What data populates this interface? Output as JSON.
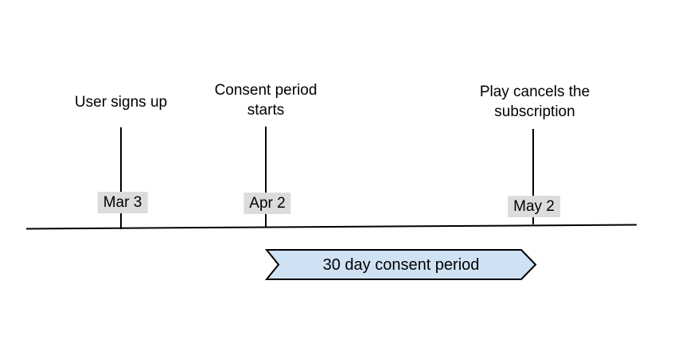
{
  "diagram": {
    "type": "timeline",
    "events": [
      {
        "label": "User signs up",
        "date": "Mar 3"
      },
      {
        "label": "Consent period starts",
        "date": "Apr 2"
      },
      {
        "label": "Play cancels the subscription",
        "date": "May 2"
      }
    ],
    "banner": {
      "label": "30 day consent period",
      "fill_color": "#cfe2f3",
      "border_color": "#000000"
    },
    "colors": {
      "timeline_line": "#000000",
      "tick_line": "#000000",
      "date_label_background": "#dcdcdc",
      "text": "#000000",
      "background": "#ffffff"
    }
  }
}
